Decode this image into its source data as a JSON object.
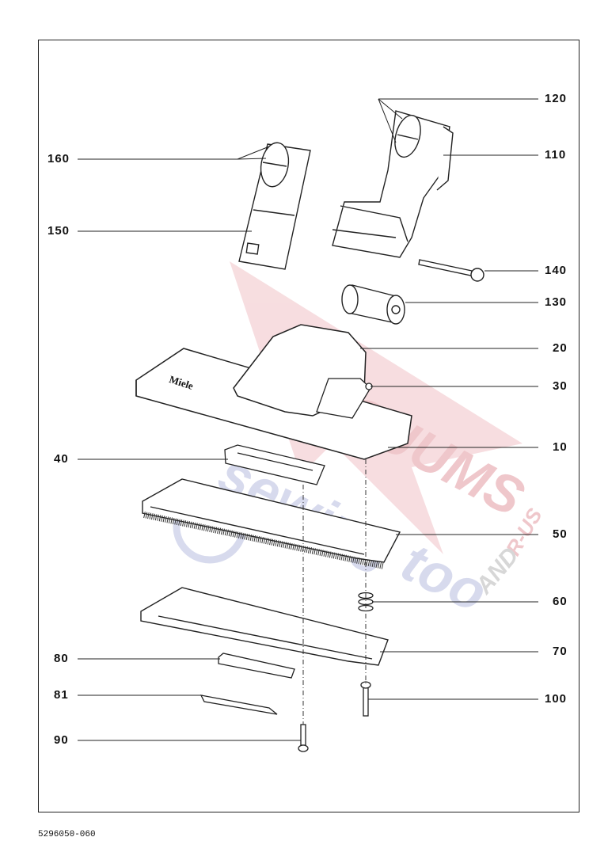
{
  "callouts": {
    "c10": "10",
    "c20": "20",
    "c30": "30",
    "c40": "40",
    "c50": "50",
    "c60": "60",
    "c70": "70",
    "c80": "80",
    "c81": "81",
    "c90": "90",
    "c100": "100",
    "c110": "110",
    "c120": "120",
    "c130": "130",
    "c140": "140",
    "c150": "150",
    "c160": "160"
  },
  "brand": "Miele",
  "document_number": "5296050-060",
  "watermark": {
    "line1": "VACUUMS",
    "line2": "R-US",
    "line3": "AND",
    "line4": "sewing too",
    "colors": {
      "red": "#e5a0a6",
      "blue": "#aab0d6"
    }
  }
}
